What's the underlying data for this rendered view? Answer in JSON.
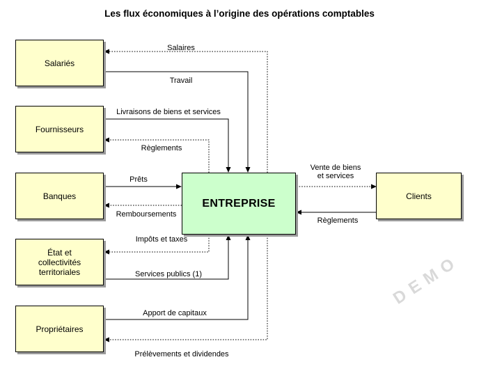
{
  "title": "Les flux économiques à l’origine des opérations comptables",
  "center": "ENTREPRISE",
  "actors": {
    "salaries": "Salariés",
    "fournisseurs": "Fournisseurs",
    "banques": "Banques",
    "etat": "État et\ncollectivités\nterritoriales",
    "proprietaires": "Propriétaires",
    "clients": "Clients"
  },
  "flows": {
    "salaires": "Salaires",
    "travail": "Travail",
    "livraisons": "Livraisons de biens et services",
    "reglements_fournisseurs": "Règlements",
    "prets": "Prêts",
    "remboursements": "Remboursements",
    "impots": "Impôts et taxes",
    "services_publics": "Services publics (1)",
    "apport": "Apport de capitaux",
    "prelevements": "Prélèvements et dividendes",
    "vente": "Vente de biens\net services",
    "reglements_clients": "Règlements"
  },
  "watermark": "DEMO"
}
